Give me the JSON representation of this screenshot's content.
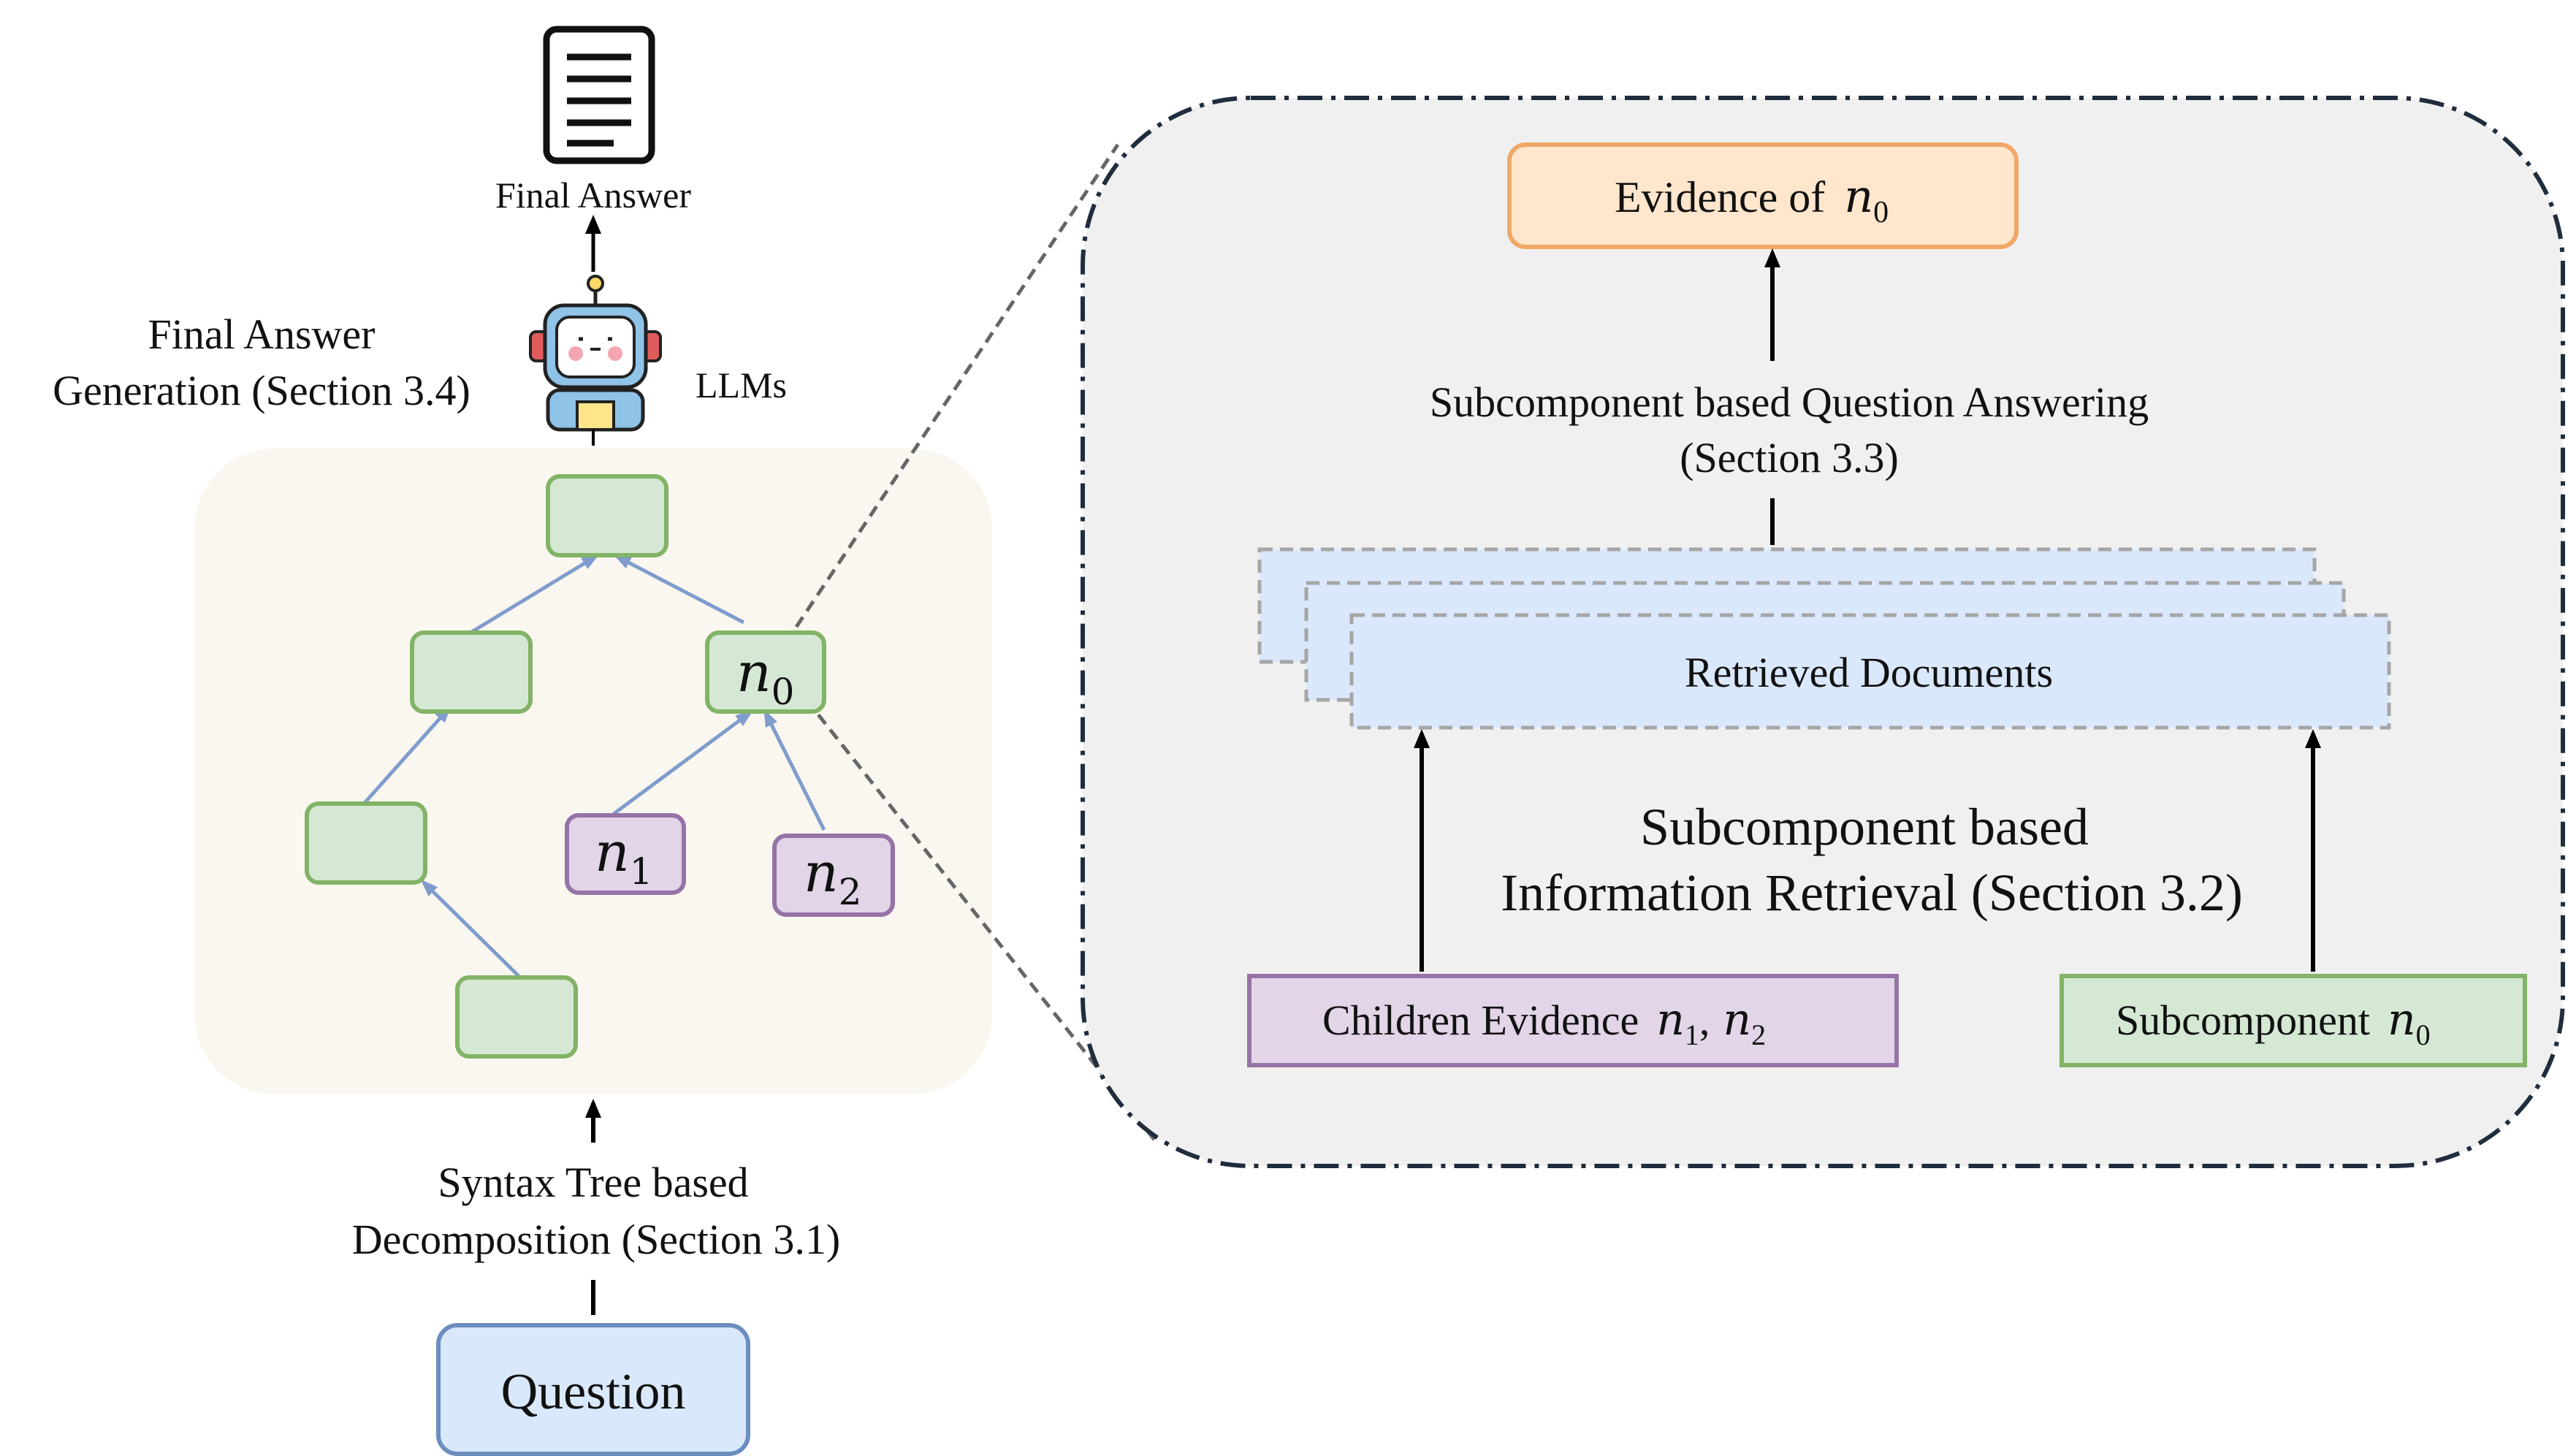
{
  "left": {
    "final_answer_label": "Final Answer",
    "generation_label_line1": "Final Answer",
    "generation_label_line2": "Generation (Section 3.4)",
    "llms_label": "LLMs",
    "decomposition_label_line1": "Syntax Tree based",
    "decomposition_label_line2": "Decomposition (Section 3.1)",
    "question_label": "Question",
    "node_n0": {
      "var": "n",
      "sub": "0"
    },
    "node_n1": {
      "var": "n",
      "sub": "1"
    },
    "node_n2": {
      "var": "n",
      "sub": "2"
    }
  },
  "right": {
    "evidence_label": "Evidence of",
    "evidence_var": {
      "var": "n",
      "sub": "0"
    },
    "qa_label_line1": "Subcomponent based Question Answering",
    "qa_label_line2": "(Section 3.3)",
    "retrieved_label": "Retrieved Documents",
    "ir_label_line1": "Subcomponent based",
    "ir_label_line2": "Information Retrieval (Section 3.2)",
    "children_label": "Children Evidence",
    "children_var1": {
      "var": "n",
      "sub": "1"
    },
    "children_sep": ",",
    "children_var2": {
      "var": "n",
      "sub": "2"
    },
    "subcomponent_label": "Subcomponent",
    "subcomponent_var": {
      "var": "n",
      "sub": "0"
    }
  },
  "colors": {
    "tree_panel": "#faf7f0",
    "zoom_panel": "#f0f0f0",
    "green_fill": "#d5e8d4",
    "green_stroke": "#82b366",
    "purple_fill": "#e1d5e7",
    "purple_stroke": "#9673a6",
    "blue_fill": "#dae8fc",
    "blue_stroke": "#6c8ebf",
    "orange_fill": "#ffe6cc",
    "orange_stroke": "#f0a868",
    "edge_blue": "#7f9ccc",
    "dashed_gray": "#a6a6a6",
    "dark_border": "#1f2d3d"
  }
}
